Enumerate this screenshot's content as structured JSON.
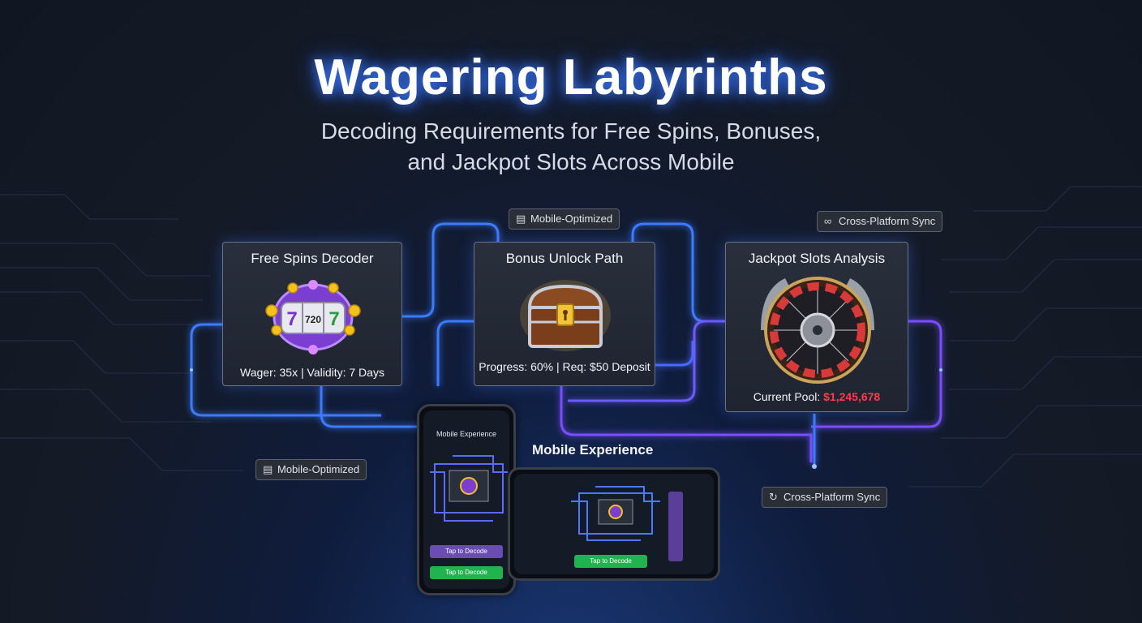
{
  "header": {
    "title": "Wagering Labyrinths",
    "subtitle_line1": "Decoding Requirements for Free Spins, Bonuses,",
    "subtitle_line2": "and Jackpot Slots Across Mobile"
  },
  "cards": {
    "free_spins": {
      "title": "Free Spins Decoder",
      "footer": "Wager: 35x | Validity: 7 Days",
      "reel_text": "720"
    },
    "bonus": {
      "title": "Bonus Unlock Path",
      "footer": "Progress: 60% | Req: $50 Deposit"
    },
    "jackpot": {
      "title": "Jackpot Slots Analysis",
      "footer_label": "Current Pool:",
      "footer_value": "$1,245,678"
    }
  },
  "chips": {
    "mobile_top": "Mobile-Optimized",
    "sync_top": "Cross-Platform Sync",
    "mobile_bottom": "Mobile-Optimized",
    "sync_bottom": "Cross-Platform Sync"
  },
  "mobile": {
    "section_label": "Mobile Experience",
    "phone_title": "Mobile Experience",
    "phone_btn_purple": "Tap to Decode",
    "phone_btn_green": "Tap to Decode",
    "tablet_btn": "Tap to Decode"
  },
  "colors": {
    "accent_blue": "#3a7bff",
    "accent_purple": "#7a4dff",
    "pool_red": "#ff3b4a",
    "btn_green": "#21b34e",
    "btn_purple": "#6a4db3"
  }
}
